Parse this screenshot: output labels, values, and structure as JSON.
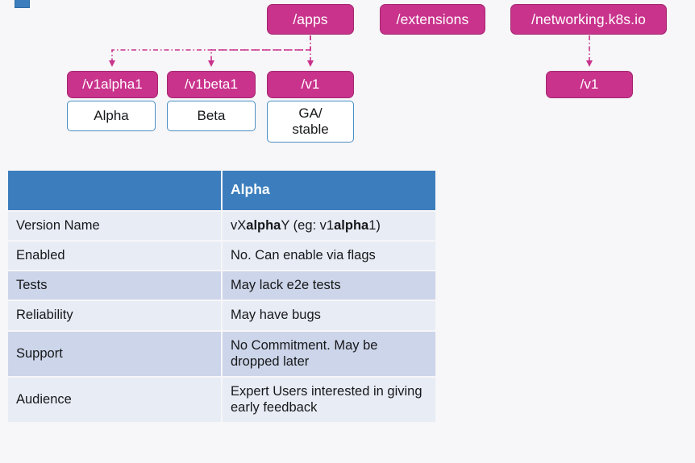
{
  "background_color": "#f7f6f8",
  "accent_pink": "#c9338c",
  "accent_blue": "#3c7ebd",
  "border_blue": "#4a8ec2",
  "corner_marker": {
    "icon": "blue-square-marker"
  },
  "diagram": {
    "group_nodes": [
      {
        "id": "apps",
        "label": "/apps"
      },
      {
        "id": "extensions",
        "label": "/extensions"
      },
      {
        "id": "networking",
        "label": "/networking.k8s.io"
      }
    ],
    "version_nodes": [
      {
        "id": "v1alpha1",
        "label": "/v1alpha1"
      },
      {
        "id": "v1beta1",
        "label": "/v1beta1"
      },
      {
        "id": "v1",
        "label": "/v1"
      },
      {
        "id": "v1-net",
        "label": "/v1"
      }
    ],
    "stability_labels": [
      {
        "id": "alpha",
        "line1": "Alpha",
        "line2": ""
      },
      {
        "id": "beta",
        "line1": "Beta",
        "line2": ""
      },
      {
        "id": "ga",
        "line1": "GA/",
        "line2": "stable"
      }
    ],
    "connectors": [
      {
        "from": "apps",
        "to": "v1alpha1",
        "style": "dash-dot",
        "arrow": "down"
      },
      {
        "from": "apps",
        "to": "v1beta1",
        "style": "dash-dot",
        "arrow": "down"
      },
      {
        "from": "apps",
        "to": "v1",
        "style": "dash-dot",
        "arrow": "down"
      },
      {
        "from": "networking",
        "to": "v1-net",
        "style": "dash-dot",
        "arrow": "down"
      }
    ]
  },
  "table": {
    "headers": [
      "",
      "Alpha"
    ],
    "rows": [
      {
        "label": "Version Name",
        "value_parts": [
          {
            "text": "vX",
            "bold": false
          },
          {
            "text": "alpha",
            "bold": true
          },
          {
            "text": "Y (eg: v1",
            "bold": false
          },
          {
            "text": "alpha",
            "bold": true
          },
          {
            "text": "1)",
            "bold": false
          }
        ],
        "value_plain": "vXalphaY (eg: v1alpha1)"
      },
      {
        "label": "Enabled",
        "value_plain": "No. Can enable via flags"
      },
      {
        "label": "Tests",
        "value_plain": "May lack e2e tests"
      },
      {
        "label": "Reliability",
        "value_plain": "May have bugs"
      },
      {
        "label": "Support",
        "value_plain": "No Commitment. May be dropped later"
      },
      {
        "label": "Audience",
        "value_plain": "Expert Users interested in giving early feedback"
      }
    ]
  }
}
